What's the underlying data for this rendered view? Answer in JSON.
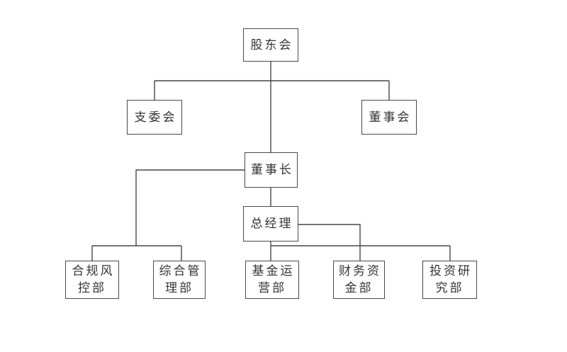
{
  "diagram": {
    "type": "org-chart",
    "nodes": {
      "shareholders": {
        "label": "股东会"
      },
      "branch_committee": {
        "label": "支委会"
      },
      "board_of_directors": {
        "label": "董事会"
      },
      "chairman": {
        "label": "董事长"
      },
      "general_manager": {
        "label": "总经理"
      },
      "compliance_risk_dept": {
        "label": "合规风\n控部"
      },
      "general_admin_dept": {
        "label": "综合管\n理部"
      },
      "fund_operations_dept": {
        "label": "基金运\n营部"
      },
      "finance_treasury_dept": {
        "label": "财务资\n金部"
      },
      "investment_research_dept": {
        "label": "投资研\n究部"
      }
    },
    "edges": [
      {
        "from": "shareholders",
        "to": "branch_committee"
      },
      {
        "from": "shareholders",
        "to": "board_of_directors"
      },
      {
        "from": "shareholders",
        "to": "chairman"
      },
      {
        "from": "chairman",
        "to": "general_manager"
      },
      {
        "from": "chairman",
        "to": "compliance_risk_dept"
      },
      {
        "from": "chairman",
        "to": "general_admin_dept"
      },
      {
        "from": "general_manager",
        "to": "fund_operations_dept"
      },
      {
        "from": "general_manager",
        "to": "finance_treasury_dept"
      },
      {
        "from": "general_manager",
        "to": "investment_research_dept"
      }
    ],
    "colors": {
      "line": "#474747",
      "box_border": "#4a4a4a",
      "text": "#333333",
      "background": "#ffffff"
    }
  }
}
